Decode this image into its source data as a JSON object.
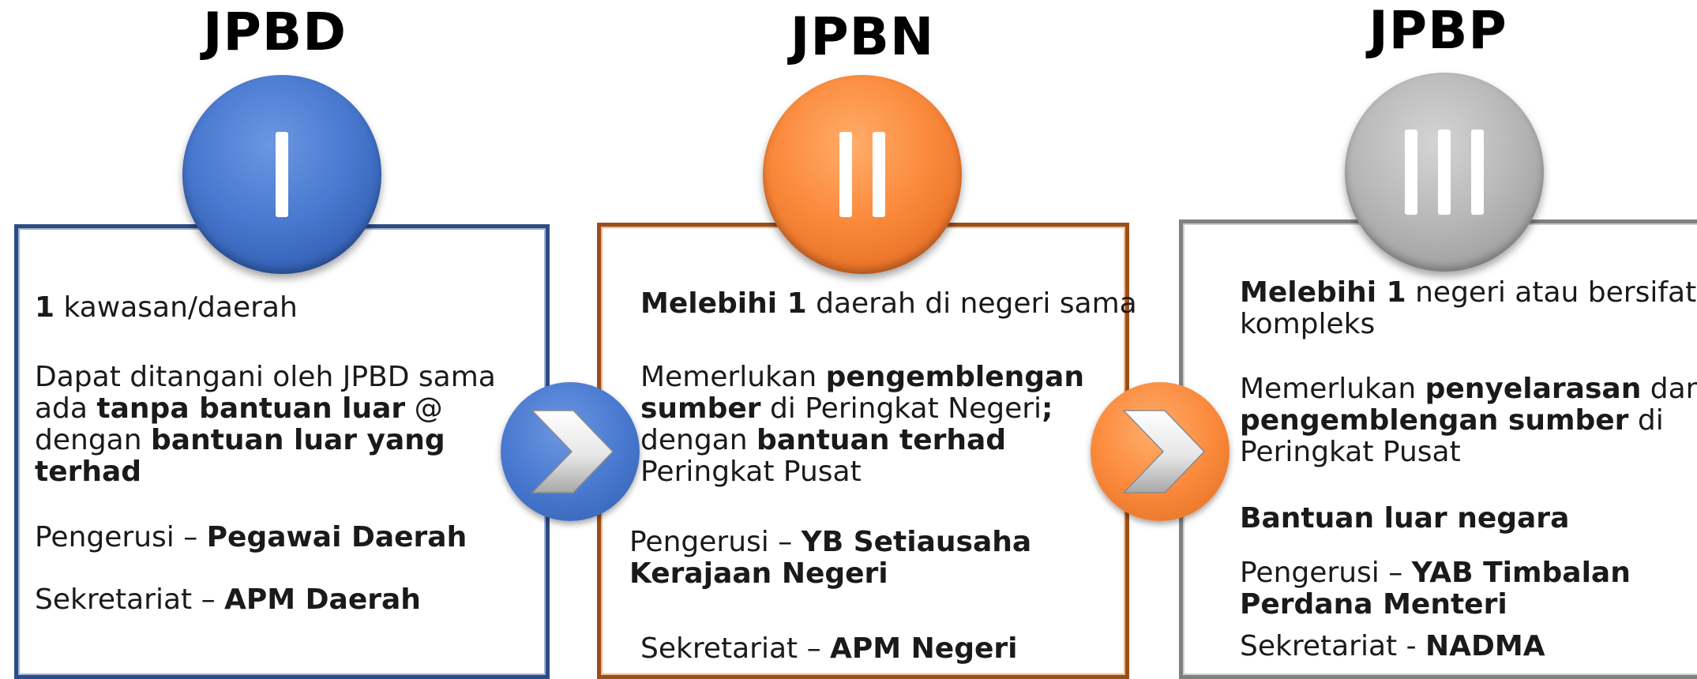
{
  "levels": [
    {
      "title": "JPBD",
      "numeral": "I",
      "color": "#4a7ad1",
      "items": [
        {
          "lines": [
            [
              {
                "t": "1",
                "b": true
              },
              {
                "t": " kawasan/daerah",
                "b": false
              }
            ]
          ]
        },
        {
          "lines": [
            [
              {
                "t": "Dapat ditangani  oleh JPBD sama",
                "b": false
              }
            ],
            [
              {
                "t": "ada ",
                "b": false
              },
              {
                "t": "tanpa bantuan luar",
                "b": true
              },
              {
                "t": " @",
                "b": false
              }
            ],
            [
              {
                "t": "dengan ",
                "b": false
              },
              {
                "t": "bantuan luar yang",
                "b": true
              }
            ],
            [
              {
                "t": "terhad",
                "b": true
              }
            ]
          ]
        },
        {
          "lines": [
            [
              {
                "t": "Pengerusi – ",
                "b": false
              },
              {
                "t": "Pegawai Daerah",
                "b": true
              }
            ]
          ]
        },
        {
          "lines": [
            [
              {
                "t": "Sekretariat – ",
                "b": false
              },
              {
                "t": "APM Daerah",
                "b": true
              }
            ]
          ]
        }
      ]
    },
    {
      "title": "JPBN",
      "numeral": "II",
      "color": "#fb8a3c",
      "items": [
        {
          "lines": [
            [
              {
                "t": "Melebihi 1",
                "b": true
              },
              {
                "t": " daerah di negeri sama",
                "b": false
              }
            ]
          ]
        },
        {
          "lines": [
            [
              {
                "t": "Memerlukan ",
                "b": false
              },
              {
                "t": "pengemblengan",
                "b": true
              }
            ],
            [
              {
                "t": "sumber",
                "b": true
              },
              {
                "t": " di Peringkat Negeri",
                "b": false
              },
              {
                "t": ";",
                "b": true
              }
            ],
            [
              {
                "t": "dengan ",
                "b": false
              },
              {
                "t": "bantuan terhad",
                "b": true
              }
            ],
            [
              {
                "t": "Peringkat Pusat",
                "b": false
              }
            ]
          ]
        },
        {
          "lines": [
            [
              {
                "t": "Pengerusi – ",
                "b": false
              },
              {
                "t": "YB Setiausaha",
                "b": true
              }
            ],
            [
              {
                "t": "Kerajaan Negeri",
                "b": true
              }
            ]
          ]
        },
        {
          "lines": [
            [
              {
                "t": "Sekretariat – ",
                "b": false
              },
              {
                "t": "APM Negeri",
                "b": true
              }
            ]
          ]
        }
      ]
    },
    {
      "title": "JPBP",
      "numeral": "III",
      "color": "#b9b9b9",
      "items": [
        {
          "lines": [
            [
              {
                "t": "Melebihi 1",
                "b": true
              },
              {
                "t": " negeri atau bersifat",
                "b": false
              }
            ],
            [
              {
                "t": "kompleks",
                "b": false
              }
            ]
          ]
        },
        {
          "lines": [
            [
              {
                "t": "Memerlukan ",
                "b": false
              },
              {
                "t": "penyelarasan",
                "b": true
              },
              {
                "t": " dan",
                "b": false
              }
            ],
            [
              {
                "t": "pengemblengan sumber",
                "b": true
              },
              {
                "t": " di",
                "b": false
              }
            ],
            [
              {
                "t": "Peringkat Pusat",
                "b": false
              }
            ]
          ]
        },
        {
          "lines": [
            [
              {
                "t": "Bantuan luar negara",
                "b": true
              }
            ]
          ]
        },
        {
          "lines": [
            [
              {
                "t": "Pengerusi – ",
                "b": false
              },
              {
                "t": "YAB Timbalan",
                "b": true
              }
            ],
            [
              {
                "t": "Perdana Menteri",
                "b": true
              }
            ]
          ]
        },
        {
          "lines": [
            [
              {
                "t": "Sekretariat - ",
                "b": false
              },
              {
                "t": "NADMA",
                "b": true
              }
            ]
          ]
        }
      ]
    }
  ],
  "arrows": [
    {
      "icon": "chevron-right-icon",
      "color": "#4a7ad1"
    },
    {
      "icon": "chevron-right-icon",
      "color": "#fb8a3c"
    }
  ]
}
